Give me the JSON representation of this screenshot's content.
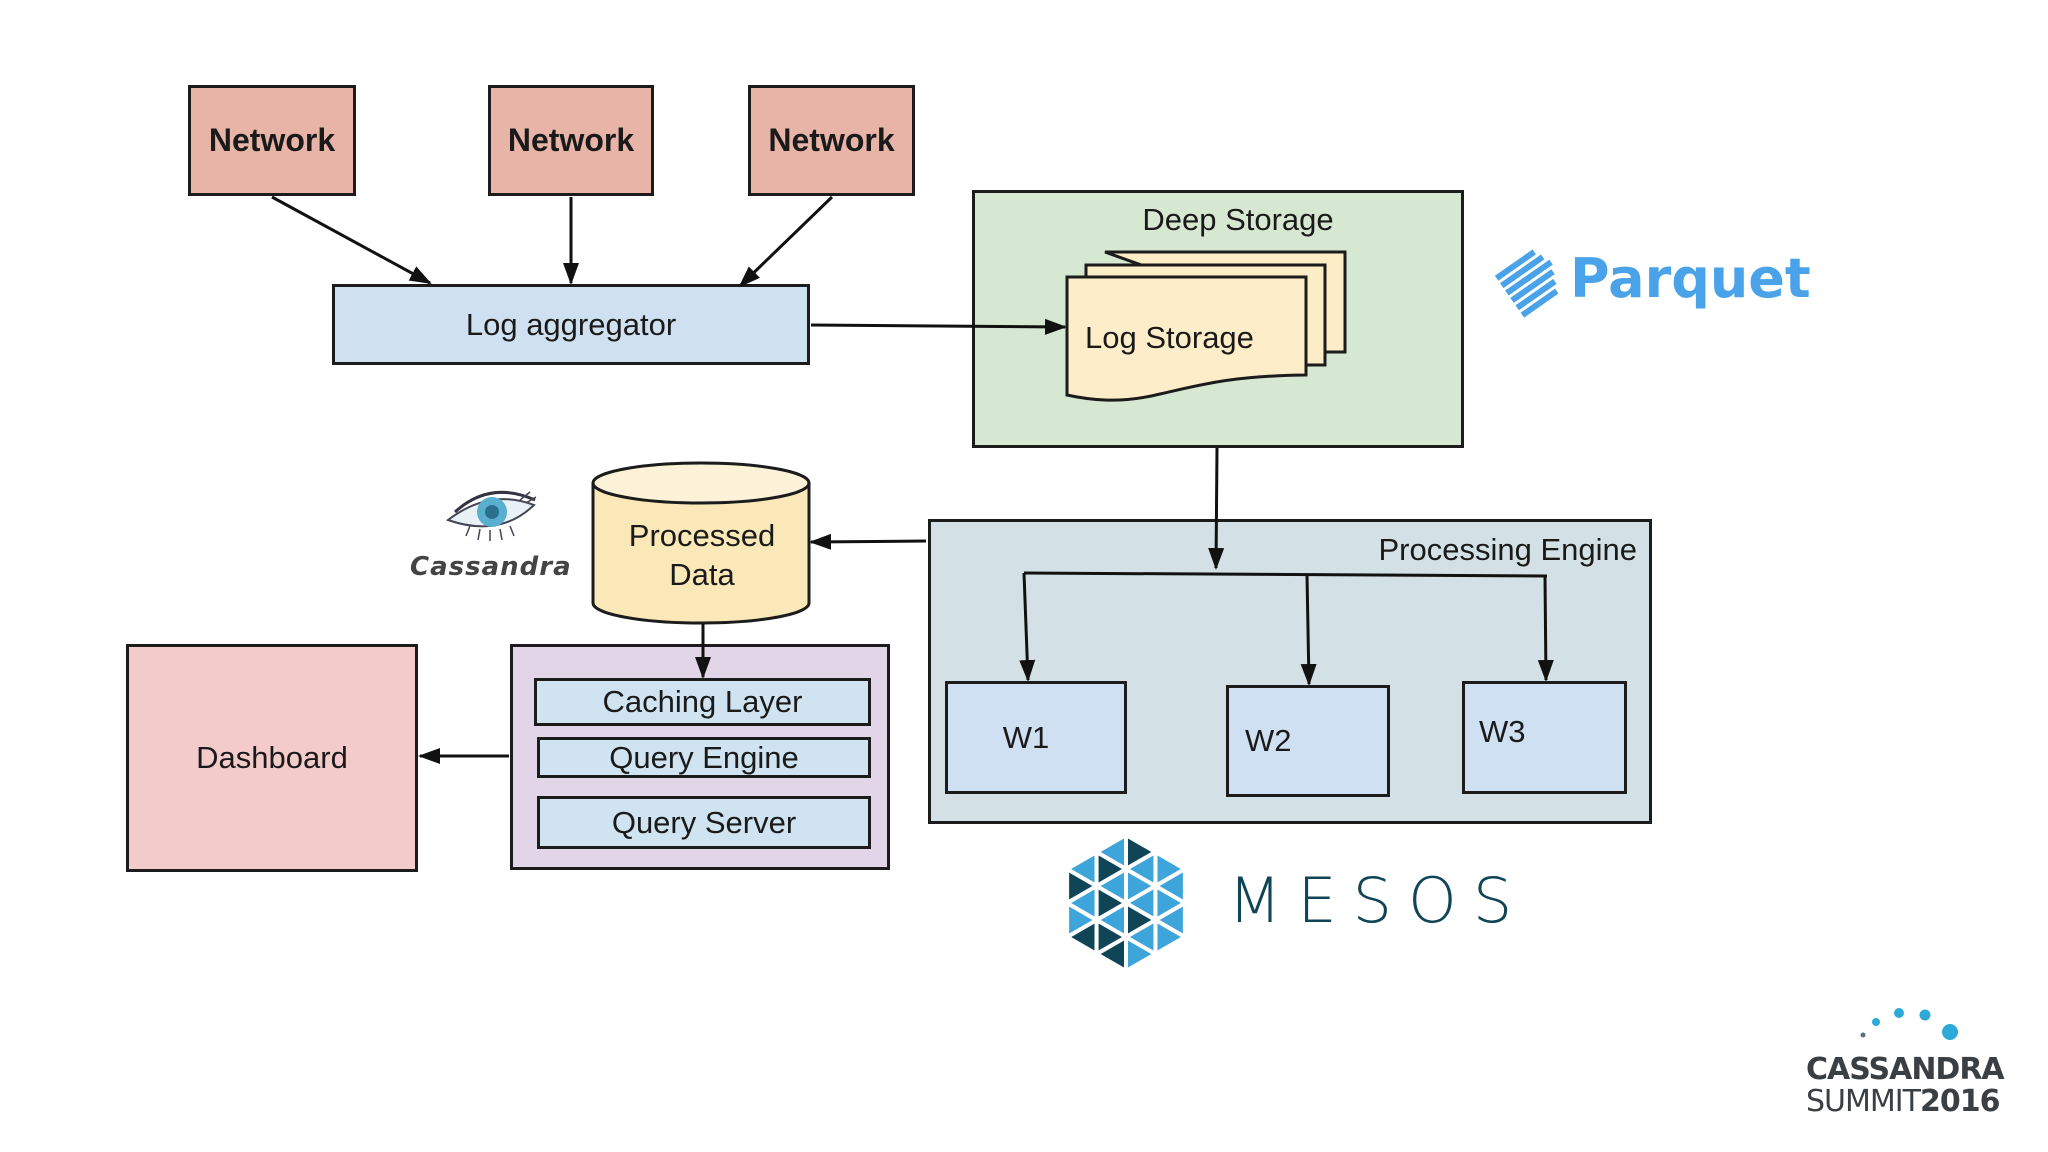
{
  "diagram": {
    "sources": [
      {
        "label": "Network"
      },
      {
        "label": "Network"
      },
      {
        "label": "Network"
      }
    ],
    "log_aggregator": {
      "label": "Log aggregator"
    },
    "deep_storage": {
      "title": "Deep Storage",
      "log_storage": "Log Storage"
    },
    "processed_data": {
      "line1": "Processed",
      "line2": "Data"
    },
    "processing_engine": {
      "title": "Processing Engine",
      "workers": [
        {
          "label": "W1"
        },
        {
          "label": "W2"
        },
        {
          "label": "W3"
        }
      ]
    },
    "query_stack": {
      "items": [
        {
          "label": "Caching Layer"
        },
        {
          "label": "Query Engine"
        },
        {
          "label": "Query Server"
        }
      ]
    },
    "dashboard": {
      "label": "Dashboard"
    },
    "edges": [
      {
        "from": "Network 1",
        "to": "Log aggregator"
      },
      {
        "from": "Network 2",
        "to": "Log aggregator"
      },
      {
        "from": "Network 3",
        "to": "Log aggregator"
      },
      {
        "from": "Log aggregator",
        "to": "Log Storage"
      },
      {
        "from": "Deep Storage",
        "to": "Processing Engine"
      },
      {
        "from": "Processing Engine",
        "to": "W1"
      },
      {
        "from": "Processing Engine",
        "to": "W2"
      },
      {
        "from": "Processing Engine",
        "to": "W3"
      },
      {
        "from": "Processing Engine",
        "to": "Processed Data"
      },
      {
        "from": "Processed Data",
        "to": "Caching Layer"
      },
      {
        "from": "Query stack",
        "to": "Dashboard"
      }
    ]
  },
  "logos": {
    "parquet": {
      "text": "Parquet",
      "color": "#4aa3e8"
    },
    "cassandra": {
      "text": "Cassandra"
    },
    "mesos": {
      "text": "MESOS",
      "color": "#0f4557",
      "light": "#3da5d9",
      "dark": "#0f4557"
    },
    "summit": {
      "line1": "CASSANDRA",
      "line2_light": "SUMMIT",
      "line2_bold": "2016",
      "dot_color": "#2eaad8"
    }
  },
  "colors": {
    "network": "#e8b4a8",
    "log_aggregator": "#cfe0f0",
    "deep_storage": "#d6e8d2",
    "log_storage": "#fdedc6",
    "processing_engine": "#d3e1e6",
    "worker": "#cfe0f2",
    "dashboard": "#f2cbca",
    "query_container": "#e2d5e8",
    "query_item": "#cfe3f0"
  }
}
